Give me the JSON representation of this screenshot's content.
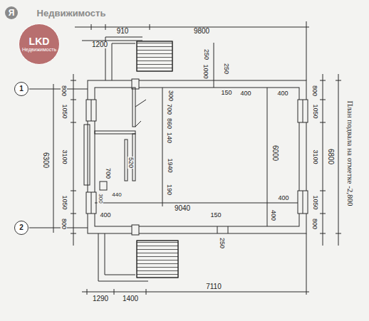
{
  "diagram": {
    "title": "План подвала на отметке -2,800",
    "nodes": [
      {
        "text": [
          "Я"
        ]
      },
      {
        "text": [
          "LKD",
          "Недвижимость"
        ]
      },
      {
        "text": [
          "1"
        ]
      },
      {
        "text": [
          "2"
        ]
      }
    ],
    "labels": [
      "Недвижимость",
      "910",
      "9800",
      "1200",
      "250",
      "250",
      "1000",
      "300",
      "150",
      "400",
      "400",
      "700",
      "860",
      "140",
      "520",
      "1940",
      "190",
      "700",
      "440",
      "300",
      "9040",
      "400",
      "150",
      "400",
      "400",
      "250",
      "6000",
      "800",
      "1050",
      "3100",
      "1050",
      "800",
      "6300",
      "800",
      "1050",
      "3100",
      "1050",
      "800",
      "6800",
      "1290",
      "1400",
      "7110"
    ]
  }
}
